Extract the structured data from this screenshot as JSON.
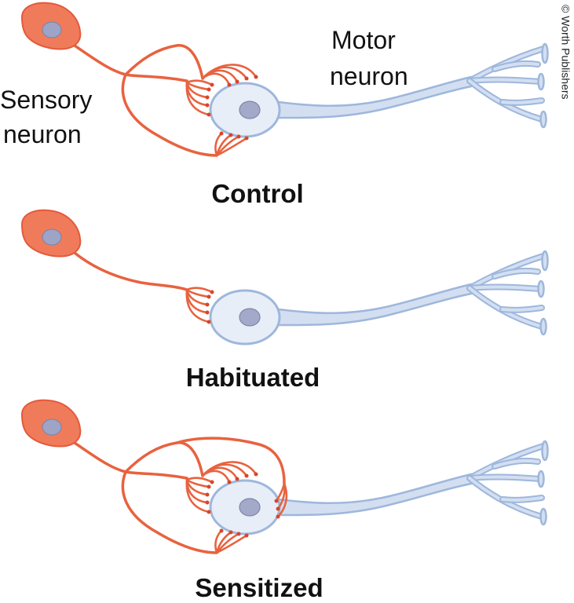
{
  "labels": {
    "sensory_neuron_line1": "Sensory",
    "sensory_neuron_line2": "neuron",
    "motor_neuron_line1": "Motor",
    "motor_neuron_line2": "neuron",
    "copyright": "© Worth Publishers"
  },
  "panels": [
    {
      "title": "Control",
      "synapse_count": "normal"
    },
    {
      "title": "Habituated",
      "synapse_count": "reduced"
    },
    {
      "title": "Sensitized",
      "synapse_count": "increased"
    }
  ],
  "colors": {
    "sensory_neuron": "#f07b5a",
    "sensory_axon": "#e8623f",
    "motor_neuron": "#e8eef8",
    "motor_outline": "#9eb7dc",
    "nucleus": "#9ea4c6"
  }
}
